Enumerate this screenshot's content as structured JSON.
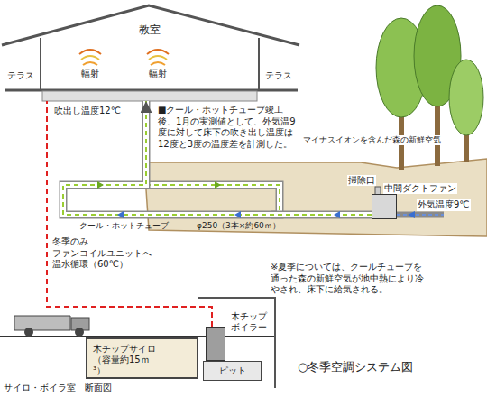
{
  "diagram": {
    "caption": "○冬季空調システム図",
    "nodes": [
      {
        "text": [
          "教室"
        ]
      },
      {
        "text": [
          "掃除口",
          "中間ダクトファン"
        ]
      },
      {
        "text": [
          "木チップボイラー"
        ]
      },
      {
        "text": [
          "木チップサイロ（容量約15ｍ³）"
        ]
      },
      {
        "text": [
          "ピット"
        ]
      }
    ],
    "edges": [
      {
        "from": 2,
        "to": 0,
        "arrow": "none"
      },
      {
        "from": 1,
        "to": 0,
        "arrow": "to"
      }
    ],
    "labels": [
      "テラス",
      "テラス",
      "輻射",
      "輻射",
      "吹出し温度12℃",
      "■クール・ホットチューブ竣工後、1月の実測値として、外気温9度に対して床下の吹き出し温度は12度と3度の温度差を計測した。",
      "マイナスイオンを含んだ森の新鮮空気",
      "外気温度9℃",
      "クール・ホットチューブ",
      "φ250（3本×約60ｍ）",
      "冬季のみ ファンコイルユニットへ 温水循環（60℃）",
      "※夏季については、クールチューブを通った森の新鮮空気が地中熱により冷やされ、床下に給気される。",
      "サイロ・ボイラ室　断面図"
    ]
  }
}
